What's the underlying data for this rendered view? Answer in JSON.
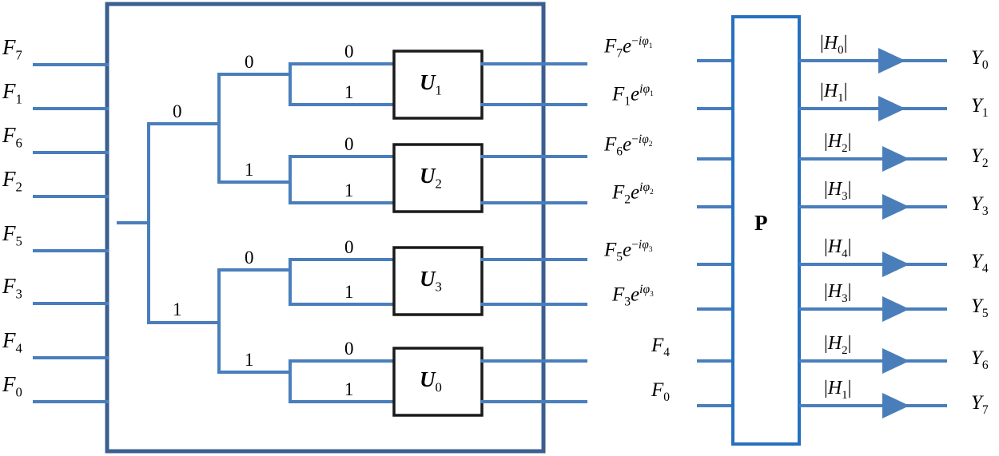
{
  "diagram": {
    "title": "Butterfly FFT / permutation signal-flow diagram",
    "colors": {
      "wire": "#4a7ebb",
      "outer_box_border": "#3a5f8f",
      "u_box_border": "#1a1a1a",
      "p_box_border": "#2670c0",
      "text": "#000000",
      "background": "#ffffff"
    },
    "inputs": [
      {
        "base": "F",
        "sub": "7"
      },
      {
        "base": "F",
        "sub": "1"
      },
      {
        "base": "F",
        "sub": "6"
      },
      {
        "base": "F",
        "sub": "2"
      },
      {
        "base": "F",
        "sub": "5"
      },
      {
        "base": "F",
        "sub": "3"
      },
      {
        "base": "F",
        "sub": "4"
      },
      {
        "base": "F",
        "sub": "0"
      }
    ],
    "tree_labels": {
      "root_top": "0",
      "root_bottom": "1",
      "level2": [
        "0",
        "1",
        "0",
        "1"
      ],
      "leaf_pairs": [
        [
          "0",
          "1"
        ],
        [
          "0",
          "1"
        ],
        [
          "0",
          "1"
        ],
        [
          "0",
          "1"
        ]
      ]
    },
    "u_blocks": [
      {
        "base": "U",
        "sub": "1"
      },
      {
        "base": "U",
        "sub": "2"
      },
      {
        "base": "U",
        "sub": "3"
      },
      {
        "base": "U",
        "sub": "0"
      }
    ],
    "mid_labels": [
      {
        "f": "F",
        "fsub": "7",
        "exp": true,
        "sign": "−",
        "phisub": "1"
      },
      {
        "f": "F",
        "fsub": "1",
        "exp": true,
        "sign": "",
        "phisub": "1"
      },
      {
        "f": "F",
        "fsub": "6",
        "exp": true,
        "sign": "−",
        "phisub": "2"
      },
      {
        "f": "F",
        "fsub": "2",
        "exp": true,
        "sign": "",
        "phisub": "2"
      },
      {
        "f": "F",
        "fsub": "5",
        "exp": true,
        "sign": "−",
        "phisub": "3"
      },
      {
        "f": "F",
        "fsub": "3",
        "exp": true,
        "sign": "",
        "phisub": "3"
      },
      {
        "f": "F",
        "fsub": "4",
        "exp": false,
        "sign": "",
        "phisub": ""
      },
      {
        "f": "F",
        "fsub": "0",
        "exp": false,
        "sign": "",
        "phisub": ""
      }
    ],
    "p_block": {
      "label": "P"
    },
    "h_labels": [
      {
        "base": "H",
        "sub": "0"
      },
      {
        "base": "H",
        "sub": "1"
      },
      {
        "base": "H",
        "sub": "2"
      },
      {
        "base": "H",
        "sub": "3"
      },
      {
        "base": "H",
        "sub": "4"
      },
      {
        "base": "H",
        "sub": "3"
      },
      {
        "base": "H",
        "sub": "2"
      },
      {
        "base": "H",
        "sub": "1"
      }
    ],
    "outputs": [
      {
        "base": "Y",
        "sub": "0"
      },
      {
        "base": "Y",
        "sub": "1"
      },
      {
        "base": "Y",
        "sub": "2"
      },
      {
        "base": "Y",
        "sub": "3"
      },
      {
        "base": "Y",
        "sub": "4"
      },
      {
        "base": "Y",
        "sub": "5"
      },
      {
        "base": "Y",
        "sub": "6"
      },
      {
        "base": "Y",
        "sub": "7"
      }
    ],
    "symbols": {
      "abs_bar": "|",
      "euler_e": "e",
      "imag_i": "i",
      "phi": "φ",
      "minus": "−"
    }
  }
}
